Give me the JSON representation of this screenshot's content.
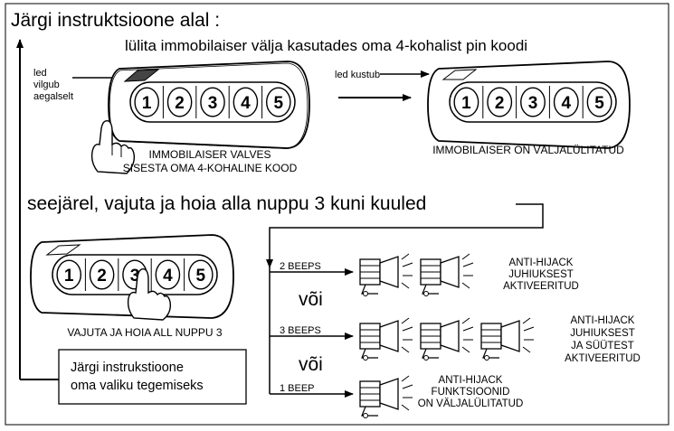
{
  "title": "Järgi instruktsioone alal :",
  "step1_instruction": "lülita immobilaiser välja kasutades oma 4-kohalist pin koodi",
  "led_blink_label": [
    "led",
    "vilgub",
    "aegalselt"
  ],
  "led_off_label": "led kustub",
  "remote1_caption": [
    "IMMOBILAISER VALVES",
    "SISESTA OMA 4-KOHALINE KOOD"
  ],
  "remote2_caption": "IMMOBILAISER ON VÄLJALÜLITATUD",
  "step2_instruction": "seejärel, vajuta ja hoia alla nuppu 3 kuni kuuled",
  "remote3_caption": "VAJUTA JA HOIA ALL NUPPU 3",
  "keypad_keys": [
    "1",
    "2",
    "3",
    "4",
    "5"
  ],
  "options": [
    {
      "beeps": "2 BEEPS",
      "sirens": 2,
      "result": [
        "ANTI-HIJACK",
        "JUHIUKSEST",
        "AKTIVEERITUD"
      ]
    },
    {
      "beeps": "3 BEEPS",
      "sirens": 3,
      "result": [
        "ANTI-HIJACK",
        "JUHIUKSEST",
        "JA SÜÜTEST",
        "AKTIVEERITUD"
      ]
    },
    {
      "beeps": "1 BEEP",
      "sirens": 1,
      "result": [
        "ANTI-HIJACK",
        "FUNKTSIOONID",
        "ON VÄLJALÜLITATUD"
      ]
    }
  ],
  "or_label": "või",
  "footer_box": [
    "Järgi instrukstioone",
    "oma valiku tegemiseks"
  ]
}
